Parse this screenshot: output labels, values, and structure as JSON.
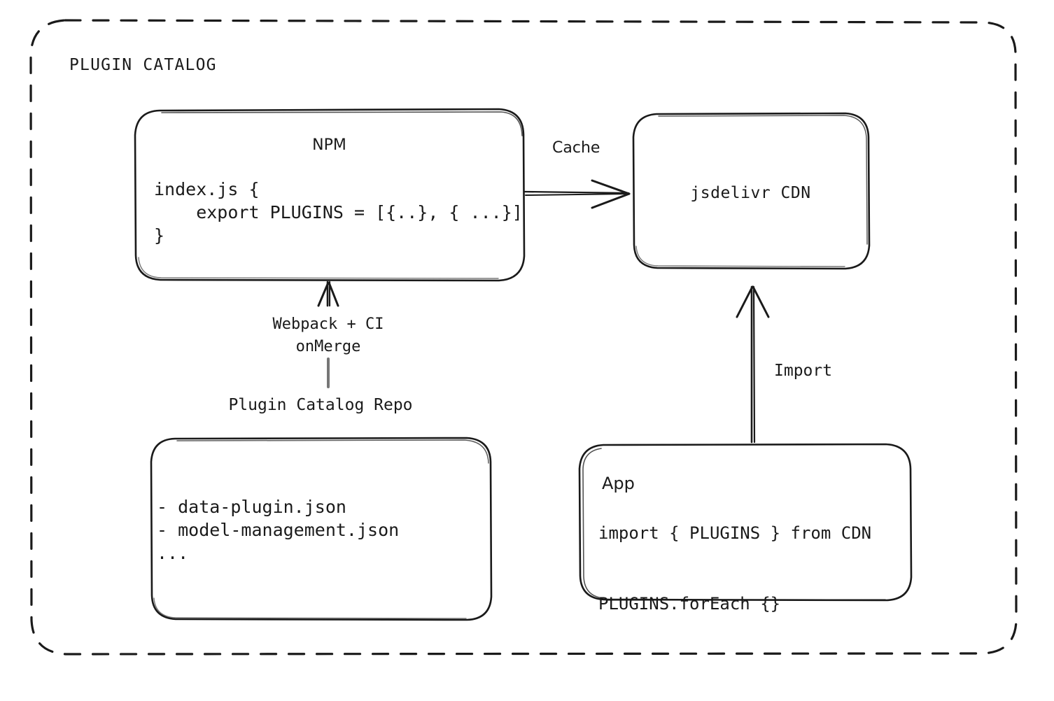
{
  "diagram": {
    "title": "PLUGIN CATALOG",
    "nodes": {
      "npm": {
        "title": "NPM",
        "code": "index.js {\n    export PLUGINS = [{..}, { ...}]\n}"
      },
      "cdn": {
        "title": "jsdelivr CDN"
      },
      "repo": {
        "title": "Plugin Catalog Repo",
        "body": "- data-plugin.json\n- model-management.json\n..."
      },
      "app": {
        "title": "App",
        "code": "import { PLUGINS } from CDN\n\nPLUGINS.forEach {}"
      }
    },
    "edges": {
      "cache": "Cache",
      "build": "Webpack + CI\nonMerge",
      "import": "Import"
    },
    "colors": {
      "stroke": "#1a1a1a",
      "background": "#ffffff",
      "text": "#1a1a1a"
    }
  }
}
